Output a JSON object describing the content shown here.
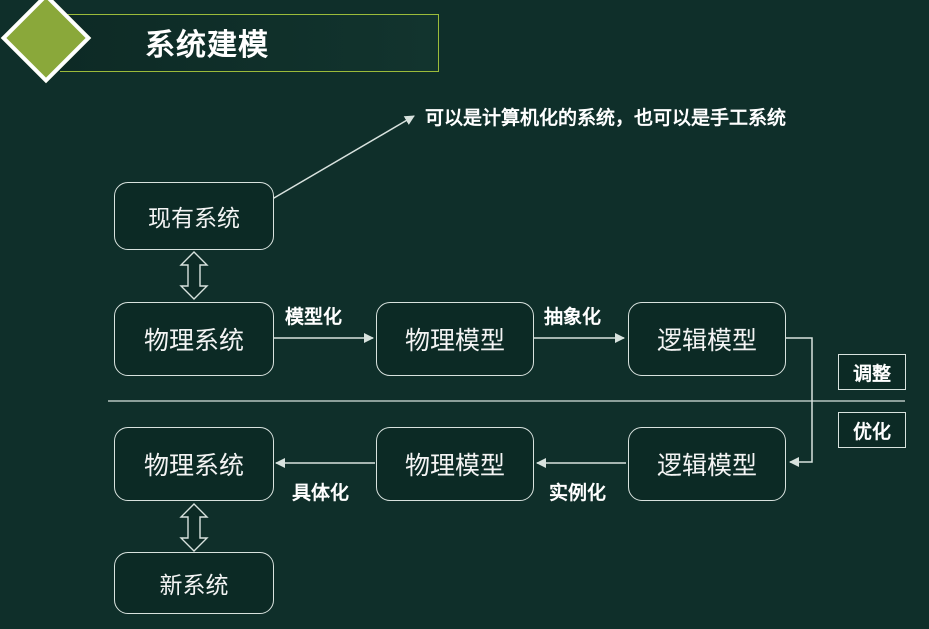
{
  "title": "系统建模",
  "note": "可以是计算机化的系统，也可以是手工系统",
  "boxes": {
    "existing_system": "现有系统",
    "physical_system_top": "物理系统",
    "physical_model_top": "物理模型",
    "logical_model_top": "逻辑模型",
    "physical_system_bottom": "物理系统",
    "physical_model_bottom": "物理模型",
    "logical_model_bottom": "逻辑模型",
    "new_system": "新系统"
  },
  "edges": {
    "modeling": "模型化",
    "abstraction": "抽象化",
    "instantiation": "实例化",
    "concretization": "具体化"
  },
  "side_labels": {
    "adjust": "调整",
    "optimize": "优化"
  },
  "colors": {
    "background": "#0f2f2a",
    "accent": "#8aa83a",
    "line": "#d8e2de"
  }
}
